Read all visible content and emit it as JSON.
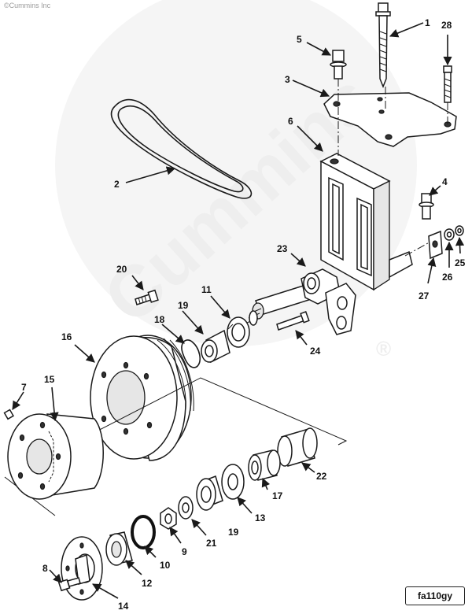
{
  "copyright": "©Cummins Inc",
  "watermark": {
    "text": "Cummins",
    "registered_mark": "®",
    "color": "#eeeeee"
  },
  "figure_id": "fa110gy",
  "callouts": [
    "1",
    "2",
    "3",
    "4",
    "5",
    "6",
    "7",
    "8",
    "9",
    "10",
    "11",
    "12",
    "13",
    "14",
    "15",
    "16",
    "17",
    "18",
    "19",
    "19",
    "20",
    "21",
    "22",
    "23",
    "24",
    "25",
    "26",
    "27",
    "28"
  ],
  "colors": {
    "line": "#1a1a1a",
    "fill": "#ffffff",
    "shade": "#e6e6e6"
  }
}
